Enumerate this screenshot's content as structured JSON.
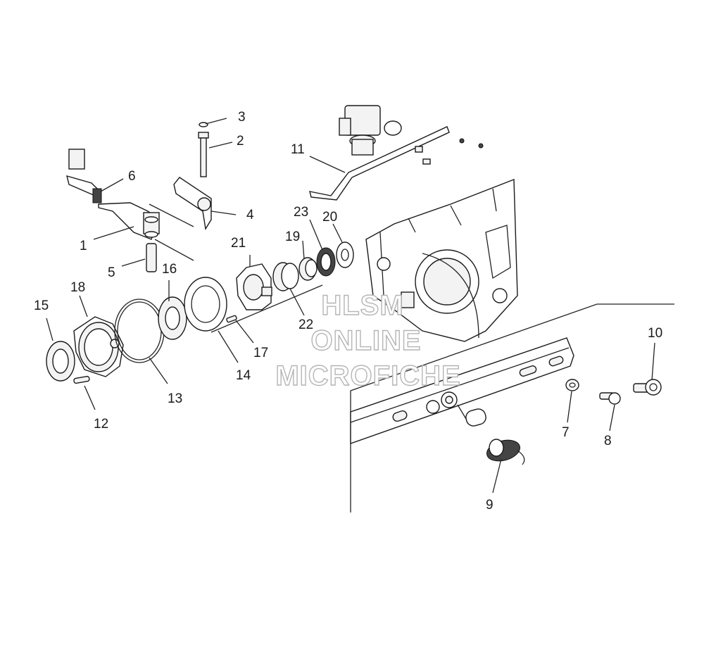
{
  "watermark": {
    "line1": "HLSM",
    "line2": "ONLINE",
    "line3": "MICROFICHE"
  },
  "callouts": {
    "c1": "1",
    "c2": "2",
    "c3": "3",
    "c4": "4",
    "c5": "5",
    "c6": "6",
    "c7": "7",
    "c8": "8",
    "c9": "9",
    "c10": "10",
    "c11": "11",
    "c12": "12",
    "c13": "13",
    "c14": "14",
    "c15": "15",
    "c16": "16",
    "c17": "17",
    "c18": "18",
    "c19": "19",
    "c20": "20",
    "c21": "21",
    "c22": "22",
    "c23": "23"
  }
}
